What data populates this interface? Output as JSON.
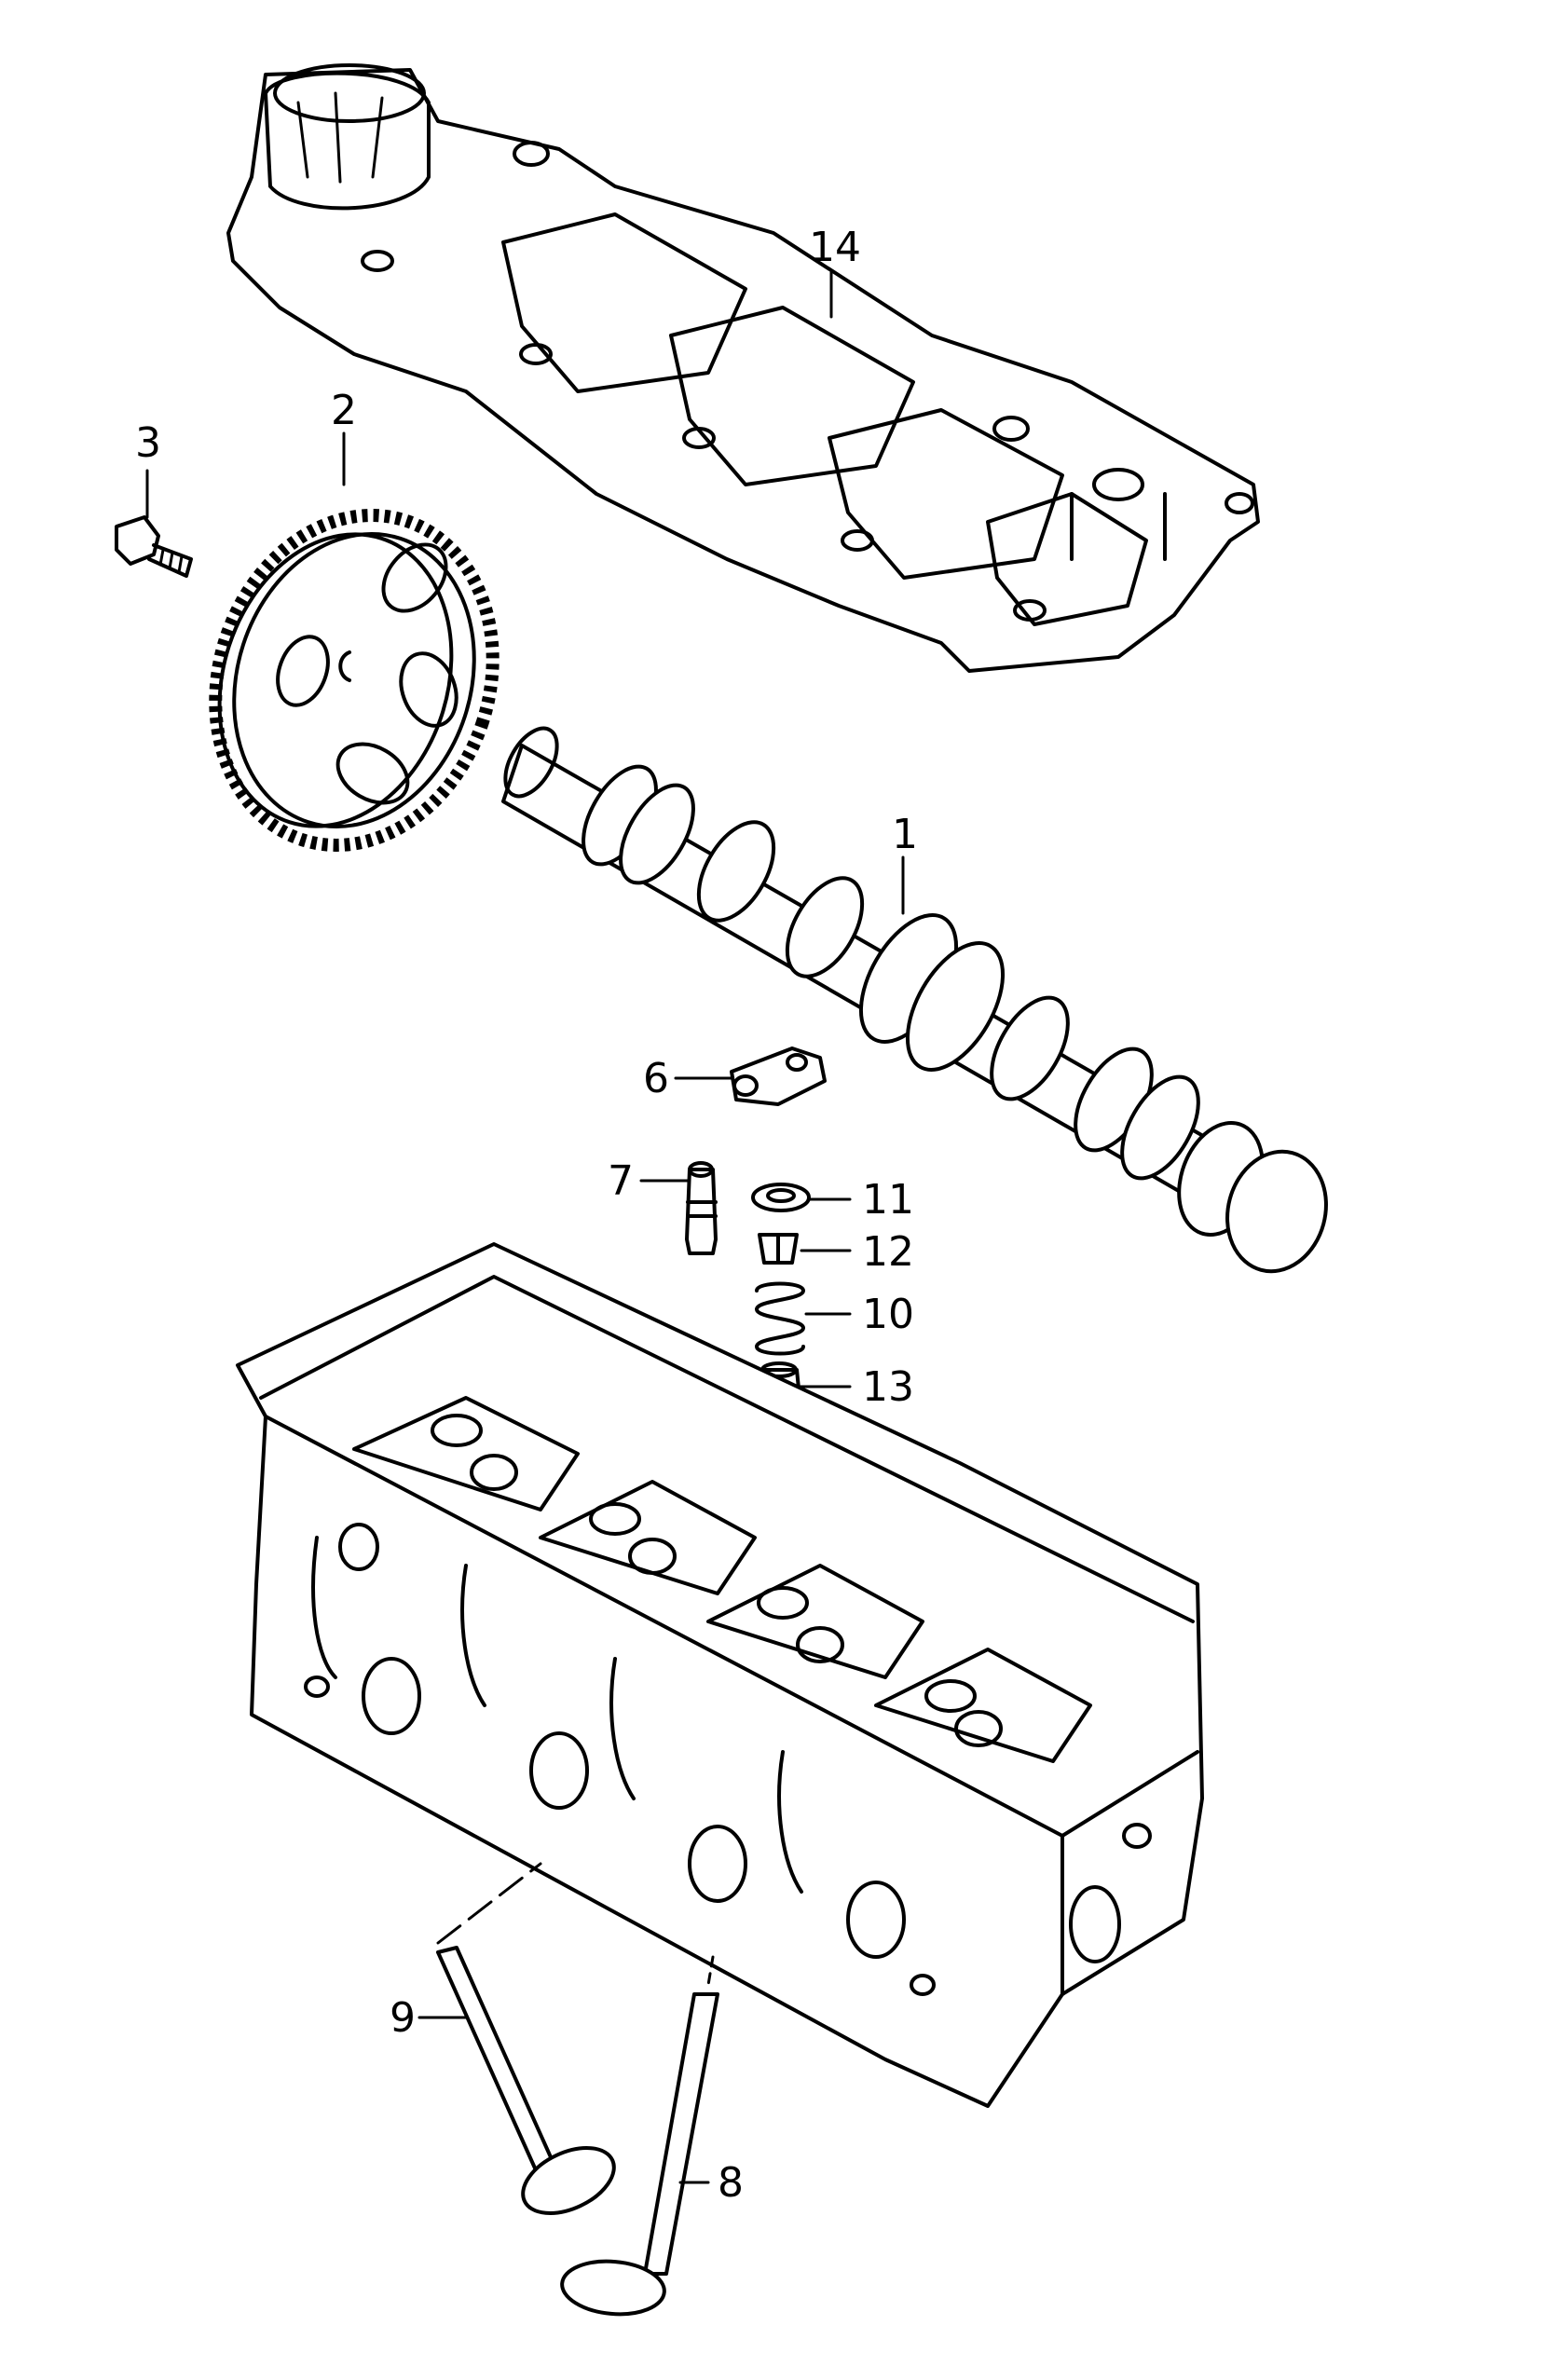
{
  "diagram": {
    "callouts": [
      {
        "id": "c1",
        "text": "1"
      },
      {
        "id": "c2",
        "text": "2"
      },
      {
        "id": "c3",
        "text": "3"
      },
      {
        "id": "c6",
        "text": "6"
      },
      {
        "id": "c7",
        "text": "7"
      },
      {
        "id": "c8",
        "text": "8"
      },
      {
        "id": "c9",
        "text": "9"
      },
      {
        "id": "c10",
        "text": "10"
      },
      {
        "id": "c11",
        "text": "11"
      },
      {
        "id": "c12",
        "text": "12"
      },
      {
        "id": "c13",
        "text": "13"
      },
      {
        "id": "c14",
        "text": "14"
      }
    ]
  }
}
